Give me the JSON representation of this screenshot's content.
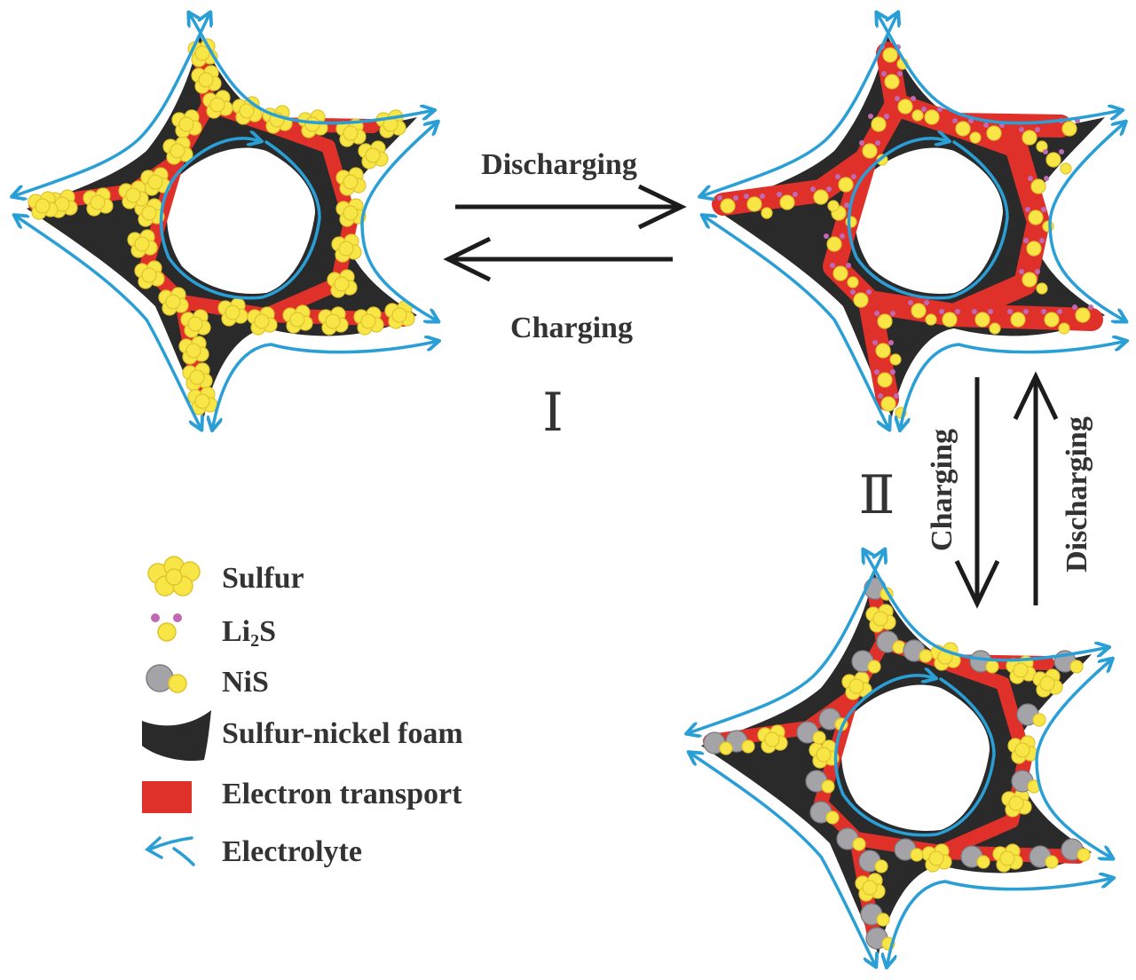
{
  "colors": {
    "foam": "#2a2a2a",
    "electron": "#e0302a",
    "sulfur": "#f7e646",
    "sulfur_edge": "#e0c42e",
    "li": "#c06ab4",
    "nis": "#a4a4a8",
    "electrolyte": "#2a9fd6",
    "arrow": "#1c1c1c",
    "text": "#333333"
  },
  "process": {
    "step1_top": "Discharging",
    "step1_bottom": "Charging",
    "step1_numeral": "Ⅰ",
    "step2_left": "Charging",
    "step2_right": "Discharging",
    "step2_numeral": "Ⅱ"
  },
  "legend": {
    "items": [
      {
        "label": "Sulfur",
        "icon": "sulfur-cluster-icon"
      },
      {
        "label_main": "Li",
        "label_sub": "2",
        "label_tail": "S",
        "icon": "li2s-molecule-icon"
      },
      {
        "label": "NiS",
        "icon": "nis-molecule-icon"
      },
      {
        "label": "Sulfur-nickel foam",
        "icon": "foam-swatch-icon"
      },
      {
        "label": "Electron transport",
        "icon": "electron-swatch-icon"
      },
      {
        "label": "Electrolyte",
        "icon": "electrolyte-arrow-icon"
      }
    ]
  }
}
